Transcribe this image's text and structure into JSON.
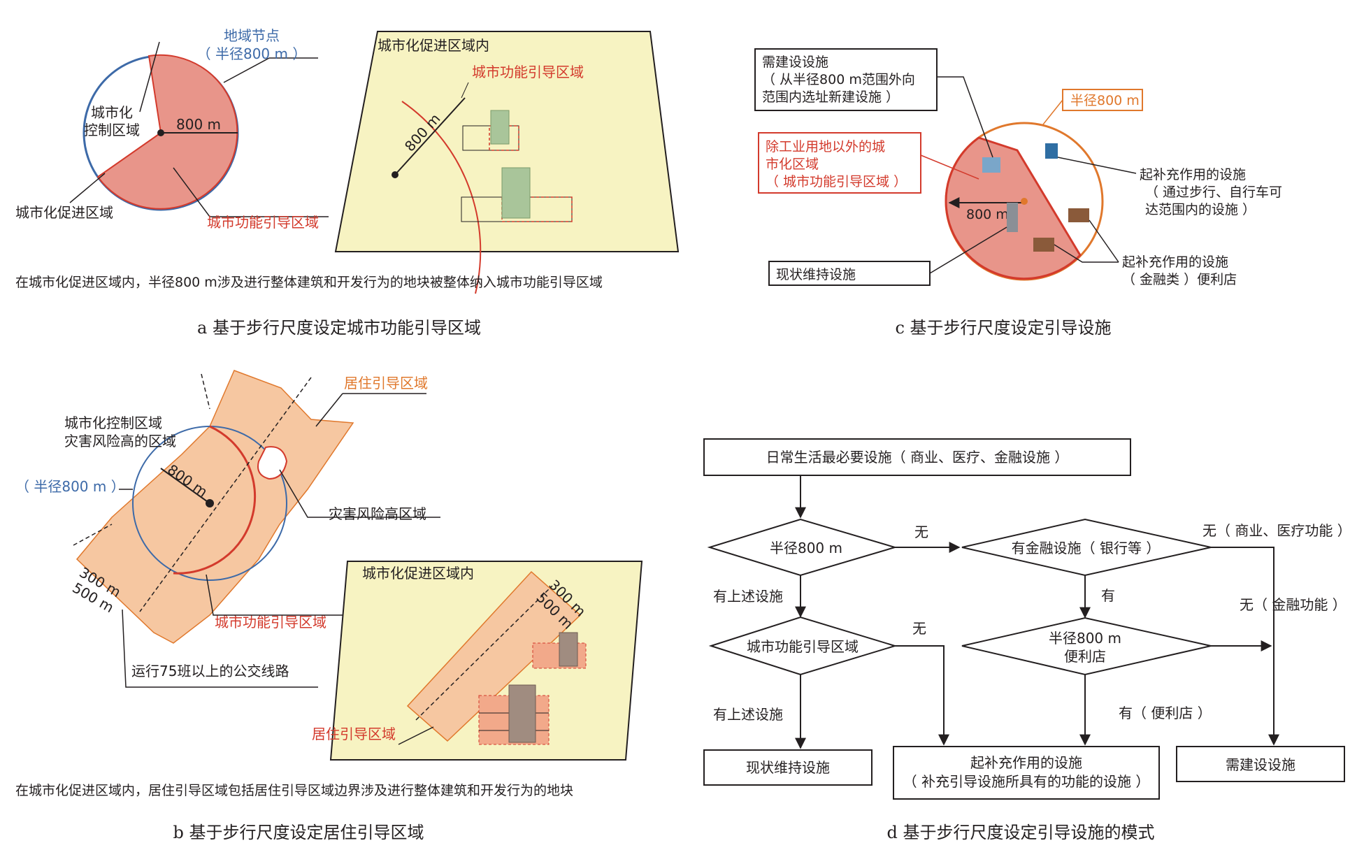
{
  "panel_a": {
    "node_label": "地域节点",
    "radius_label": "（ 半径800 m ）",
    "control_area": "城市化控制区域",
    "radius_value": "800 m",
    "promotion_area": "城市化促进区域",
    "guide_area": "城市功能引导区域",
    "box_title": "城市化促进区域内",
    "box_guide": "城市功能引导区域",
    "box_radius": "800 m",
    "note": "在城市化促进区域内，半径800 m涉及进行整体建筑和开发行为的地块被整体纳入城市功能引导区域",
    "caption": "a 基于步行尺度设定城市功能引导区域"
  },
  "panel_b": {
    "residential_top": "居住引导区域",
    "control_area": "城市化控制区域",
    "hazard_area_long": "灾害风险高的区域",
    "radius_label": "（ 半径800 m ）",
    "radius_value": "800 m",
    "hazard_area": "灾害风险高区域",
    "dist_300": "300 m",
    "dist_500": "500 m",
    "guide_area": "城市功能引导区域",
    "bus_line": "运行75班以上的公交线路",
    "box_title": "城市化促进区域内",
    "box_300": "300 m",
    "box_500": "500 m",
    "box_residential": "居住引导区域",
    "note": "在城市化促进区域内，居住引导区域包括居住引导区域边界涉及进行整体建筑和开发行为的地块",
    "caption": "b 基于步行尺度设定居住引导区域"
  },
  "panel_c": {
    "need_build": [
      "需建设设施",
      "（ 从半径800 m范围外向",
      "范围内选址新建设施 ）"
    ],
    "radius_label": "半径800 m",
    "non_industrial": [
      "除工业用地以外的城",
      "市化区域",
      "（ 城市功能引导区域 ）"
    ],
    "radius_value": "800 m",
    "supplement": [
      "起补充作用的设施",
      "（ 通过步行、自行车可",
      "达范围内的设施 ）"
    ],
    "existing": "现状维持设施",
    "supplement_finance": [
      "起补充作用的设施",
      "（ 金融类 ）便利店"
    ],
    "caption": "c 基于步行尺度设定引导设施"
  },
  "panel_d": {
    "top": "日常生活最必要设施（ 商业、医疗、金融设施 ）",
    "d1": "半径800 m",
    "no1": "无",
    "d2": "有金融设施（ 银行等 ）",
    "no_commerce": "无（ 商业、医疗功能 ）",
    "yes1": "有上述设施",
    "yes2": "有",
    "no_finance": "无（ 金融功能 ）",
    "d3": "城市功能引导区域",
    "no2": "无",
    "d4": [
      "半径800 m",
      "便利店"
    ],
    "yes3": "有上述设施",
    "yes_store": "有（ 便利店 ）",
    "out1": "现状维持设施",
    "out2": [
      "起补充作用的设施",
      "（ 补充引导设施所具有的功能的设施 ）"
    ],
    "out3": "需建设设施",
    "caption": "d 基于步行尺度设定引导设施的模式"
  },
  "colors": {
    "guide_fill": "#e8958a",
    "guide_stroke": "#d33a2c",
    "residential_fill": "#f6c7a1",
    "promotion_box": "#f7f3c2",
    "blue_label": "#3d6aa8",
    "red_label": "#d33a2c",
    "orange_label": "#e0782c"
  }
}
